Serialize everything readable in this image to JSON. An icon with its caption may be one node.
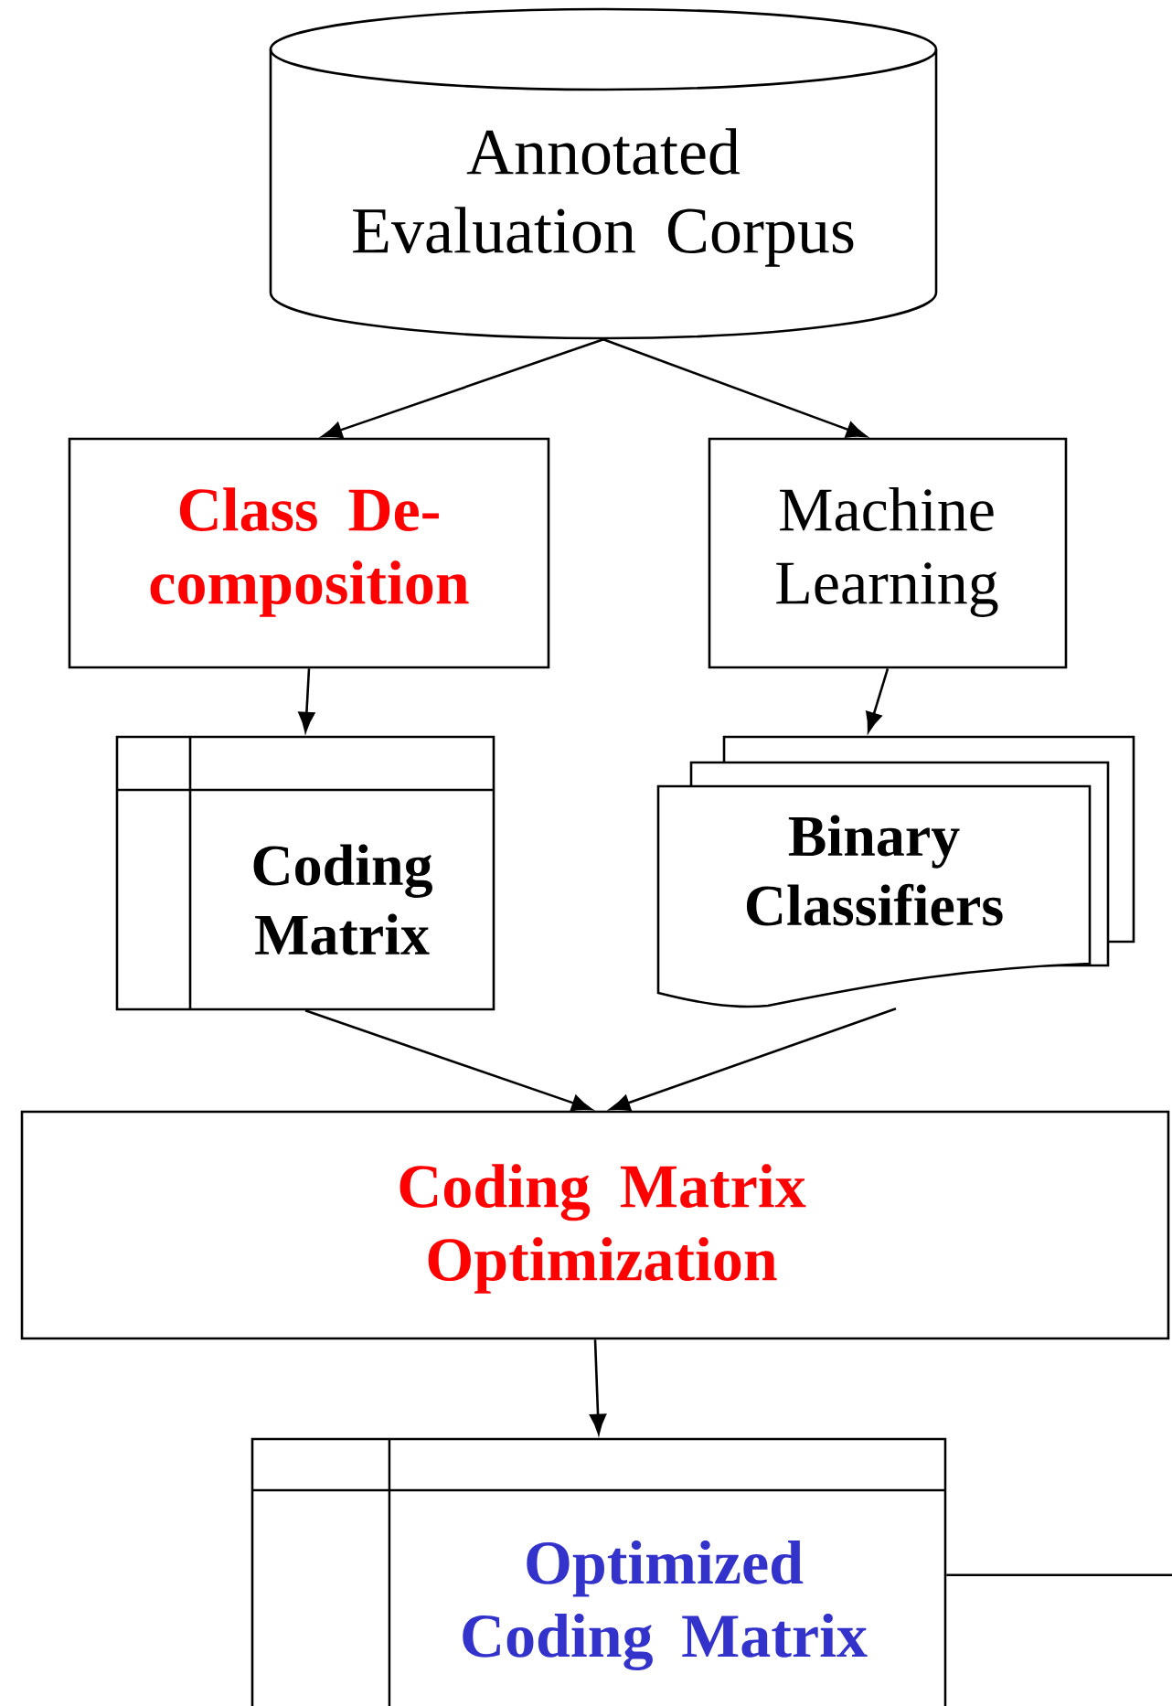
{
  "diagram": {
    "nodes": [
      {
        "text": [
          "Annotated Evaluation Corpus"
        ]
      },
      {
        "text": [
          "Class De-composition"
        ]
      },
      {
        "text": [
          "Machine Learning"
        ]
      },
      {
        "text": [
          "Coding Matrix"
        ]
      },
      {
        "text": [
          "Binary Classifiers"
        ]
      },
      {
        "text": [
          "Coding Matrix Optimization"
        ]
      },
      {
        "text": [
          "Optimized Coding Matrix"
        ]
      }
    ],
    "edges": [
      {
        "from": 0,
        "to": 1,
        "arrow": "to"
      },
      {
        "from": 0,
        "to": 2,
        "arrow": "to"
      },
      {
        "from": 1,
        "to": 3,
        "arrow": "to"
      },
      {
        "from": 2,
        "to": 4,
        "arrow": "to"
      },
      {
        "from": 3,
        "to": 5,
        "arrow": "to"
      },
      {
        "from": 4,
        "to": 5,
        "arrow": "to"
      },
      {
        "from": 5,
        "to": 6,
        "arrow": "to"
      },
      {
        "from": 6,
        "to": null,
        "arrow": "none"
      }
    ]
  }
}
